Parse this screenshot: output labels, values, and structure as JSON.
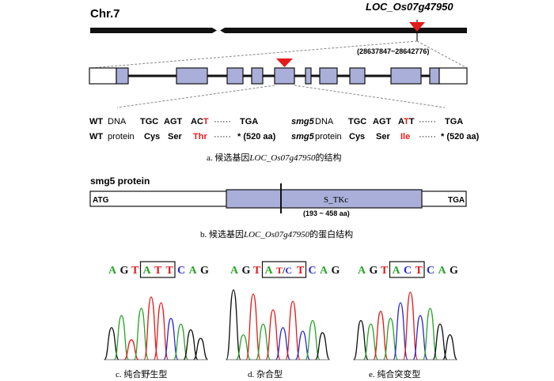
{
  "chromosome": {
    "label": "Chr.7",
    "gene_name": "LOC_Os07g47950",
    "coordinates": "(28637847~28642776)"
  },
  "mutation_table": {
    "wt_label": "WT",
    "dna_label": "DNA",
    "protein_label": "protein",
    "mutant_label": "smg5",
    "wt_dna_codons": [
      "TGC",
      "AGT",
      "AC",
      "T",
      "······",
      "TGA"
    ],
    "wt_protein": [
      "Cys",
      "Ser",
      "Thr",
      "······",
      "* (520 aa)"
    ],
    "mut_dna_codons": [
      "TGC",
      "AGT",
      "A",
      "T",
      "T",
      "······",
      "TGA"
    ],
    "mut_protein": [
      "Cys",
      "Ser",
      "Ile",
      "······",
      "* (520 aa)"
    ],
    "highlight_color": "#e31b1b"
  },
  "caption_a": {
    "prefix": "a.  候选基因",
    "gene": "LOC_Os07g47950",
    "suffix": "的结构"
  },
  "protein": {
    "title": "smg5  protein",
    "start": "ATG",
    "domain": "S_TKc",
    "end": "TGA",
    "range": "(193 ~ 458 aa)"
  },
  "caption_b": {
    "prefix": "b.  候选基因",
    "gene": "LOC_Os07g47950",
    "suffix": "的蛋白结构"
  },
  "chromatograms": [
    {
      "bases": [
        "A",
        "G",
        "T",
        "A",
        "T",
        "T",
        "C",
        "A",
        "G"
      ],
      "boxed": "A T T",
      "caption": "c.  纯合野生型"
    },
    {
      "bases": [
        "A",
        "G",
        "T",
        "A",
        "T/C",
        "T",
        "C",
        "A",
        "G"
      ],
      "boxed": "AT/C T",
      "caption": "d.  杂合型"
    },
    {
      "bases": [
        "A",
        "G",
        "T",
        "A",
        "C",
        "T",
        "C",
        "A",
        "G"
      ],
      "boxed": "A C T",
      "caption": "e.  纯合突变型"
    }
  ],
  "colors": {
    "exon": "#a9afd9",
    "marker": "#e31b1b",
    "A": "#2aa32a",
    "G": "#111111",
    "T": "#e31b1b",
    "C": "#2b2bd1"
  }
}
